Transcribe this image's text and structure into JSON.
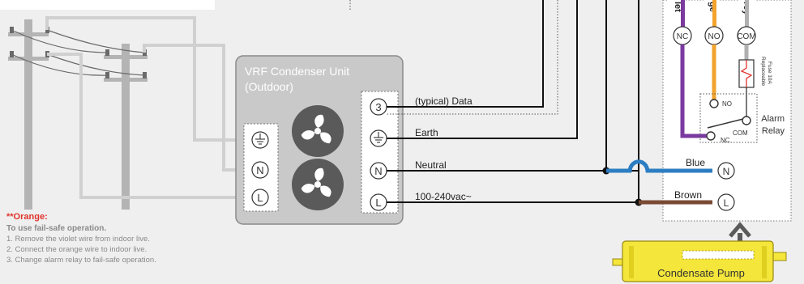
{
  "condenser": {
    "title_line1": "VRF Condenser Unit",
    "title_line2": "(Outdoor)"
  },
  "unit_terminals": {
    "data": "3",
    "neutral": "N",
    "live": "L"
  },
  "supply_terminals": {
    "neutral": "N",
    "live": "L"
  },
  "wires": {
    "data": "(typical) Data",
    "earth": "Earth",
    "neutral": "Neutral",
    "live": "100-240vac~"
  },
  "pump_wires": {
    "blue": "Blue",
    "brown": "Brown"
  },
  "pump_terminals": {
    "nc": "NC",
    "no": "NO",
    "com": "COM",
    "n": "N",
    "l": "L"
  },
  "relay": {
    "no": "NO",
    "com": "COM",
    "nc": "NC",
    "label_line1": "Alarm",
    "label_line2": "Relay",
    "fuse_line1": "Replaceable",
    "fuse_line2": "Fuse 10A"
  },
  "cut_labels": {
    "violet": "let",
    "orange": "ge",
    "grey": "rey"
  },
  "pump": {
    "label": "Condensate Pump"
  },
  "note": {
    "title": "**Orange:",
    "subtitle": "To use fail-safe operation.",
    "steps": [
      "1. Remove the violet wire from indoor live.",
      "2. Connect the orange wire to indoor live.",
      "3. Change alarm relay to fail-safe operation."
    ]
  },
  "colors": {
    "violet": "#7b3aa0",
    "orange": "#f2a32e",
    "blue": "#2c7dc2",
    "brown": "#7a4a35",
    "yellow": "#f4e63a",
    "unit_grey": "#c9c9c9",
    "fan_grey": "#5a5a5a",
    "note_red": "#e0342c"
  }
}
